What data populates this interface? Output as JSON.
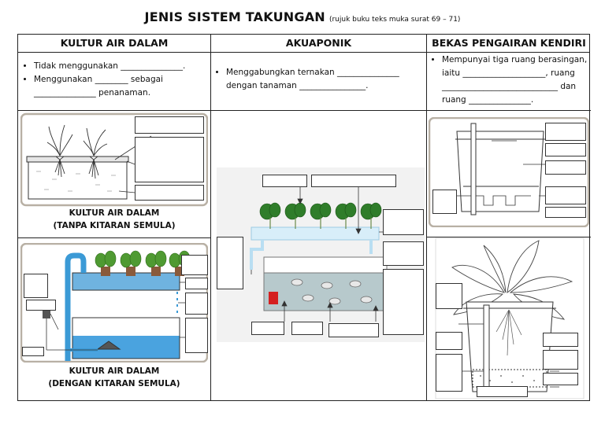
{
  "title": {
    "main": "JENIS SISTEM TAKUNGAN",
    "note": "(rujuk buku teks muka surat 69 – 71)"
  },
  "columns": [
    {
      "header": "KULTUR AIR DALAM",
      "bullets": [
        "Tidak menggunakan _______________.",
        "Menggunakan ________ sebagai _______________ penanaman."
      ],
      "caption_top": [
        "KULTUR AIR DALAM",
        "(TANPA KITARAN SEMULA)"
      ],
      "caption_bottom": [
        "KULTUR AIR DALAM",
        "(DENGAN KITARAN SEMULA)"
      ]
    },
    {
      "header": "AKUAPONIK",
      "bullets": [
        "Menggabungkan ternakan _______________ dengan tanaman ________________."
      ]
    },
    {
      "header": "BEKAS PENGAIRAN KENDIRI",
      "bullets": [
        "Mempunyai tiga ruang berasingan, iaitu ____________________, ruang ____________________________ dan ruang _______________."
      ]
    }
  ]
}
